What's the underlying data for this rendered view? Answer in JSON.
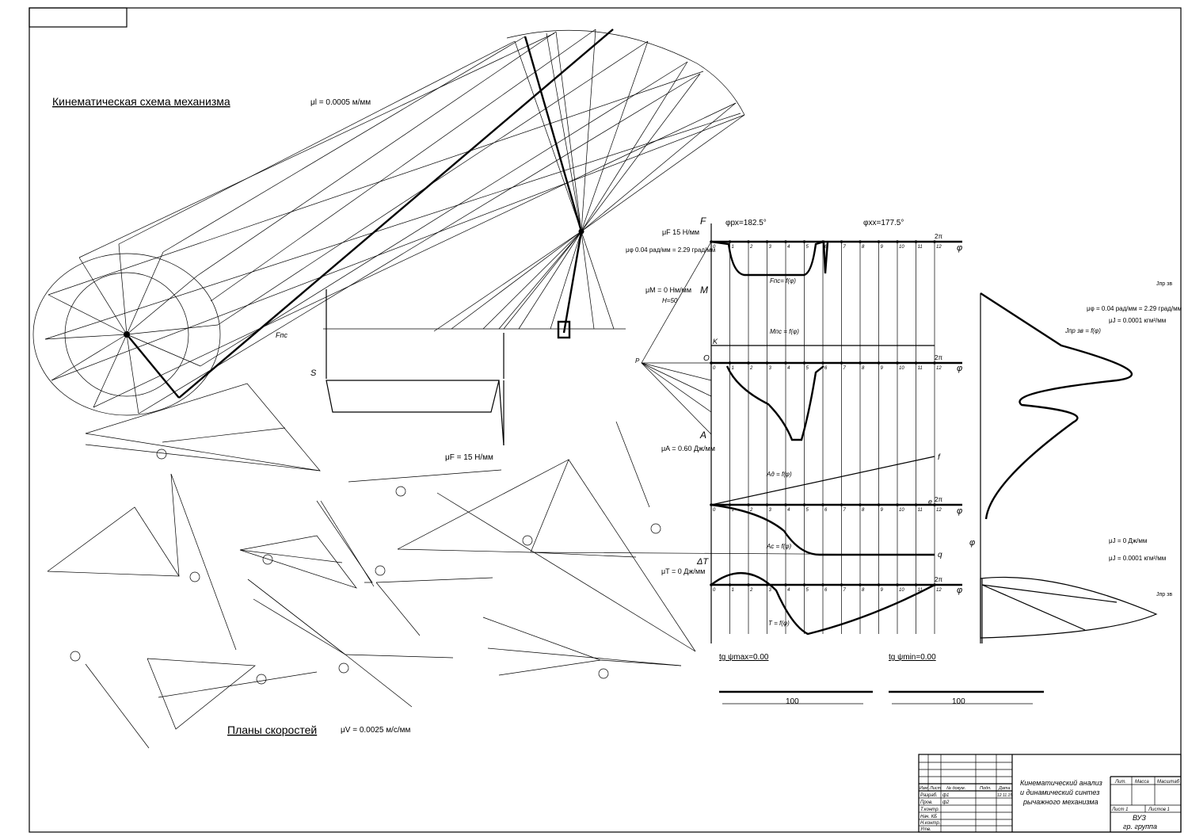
{
  "drawing": {
    "scheme_title": "Кинематическая схема механизма",
    "scheme_scale": "μl = 0.0005 м/мм",
    "vel_title": "Планы скоростей",
    "vel_scale": "μV = 0.0025 м/с/мм",
    "force_scale": "μF = 15 Н/мм",
    "phi_work": "φрх=182.5°",
    "phi_idle": "φхх=177.5°",
    "muF": "μF 15 Н/мм",
    "muPhi": "μφ 0.04 рад/мм = 2.29 град/мм",
    "muM": "μM = 0 Нм/мм",
    "H": "H=50",
    "muA": "μA = 0.60 Дж/мм",
    "muT": "μT = 0 Дж/мм",
    "muPhiJ": "μφ = 0.04 рад/мм = 2.29 град/мм",
    "muJ": "μJ = 0.0001 кгм²/мм",
    "muDelta": "μJ = 0 Дж/мм",
    "muJ2": "μJ = 0.0001 кгм²/мм",
    "tg1": "tg ψmax=0.00",
    "tg2": "tg ψmin=0.00",
    "len1": "100",
    "len2": "100",
    "curves": {
      "F": "Fпс= f(φ)",
      "M": "Mпс = f(φ)",
      "Ad": "Aд = f(φ)",
      "Ac": "Aс = f(φ)",
      "T": "T = f(φ)",
      "J": "Jпр зв = f(φ)"
    },
    "axis_labels": {
      "phi": "φ",
      "F": "F",
      "M": "M",
      "A": "A",
      "dT": "ΔT",
      "O": "O",
      "K": "K",
      "P": "P",
      "f": "f",
      "e": "e",
      "q": "q",
      "twopi": "2π",
      "Fc": "Fпс",
      "S": "S",
      "Jlab": "Jпр зв"
    },
    "ticks": [
      "0",
      "1",
      "2",
      "3",
      "4",
      "5",
      "6",
      "7",
      "8",
      "9",
      "10",
      "11",
      "12"
    ]
  },
  "title_block": {
    "title_line1": "Кинематический анализ",
    "title_line2": "и динамический синтез",
    "title_line3": "рычажного механизма",
    "lit": "Лит.",
    "mass": "Масса",
    "scale": "Масштаб",
    "sheet": "Лист 1",
    "sheets": "Листов 1",
    "org": "ВУЗ",
    "group": "гр. группа",
    "headers": [
      "Изм",
      "Лист",
      "№ докум.",
      "Подп.",
      "Дата"
    ],
    "rows": [
      "Разраб.",
      "Пров.",
      "Т.контр.",
      "Нач. КБ",
      "Н.контр.",
      "Утв."
    ],
    "names": [
      "ф1",
      "ф2"
    ],
    "date": "12.11.15"
  }
}
